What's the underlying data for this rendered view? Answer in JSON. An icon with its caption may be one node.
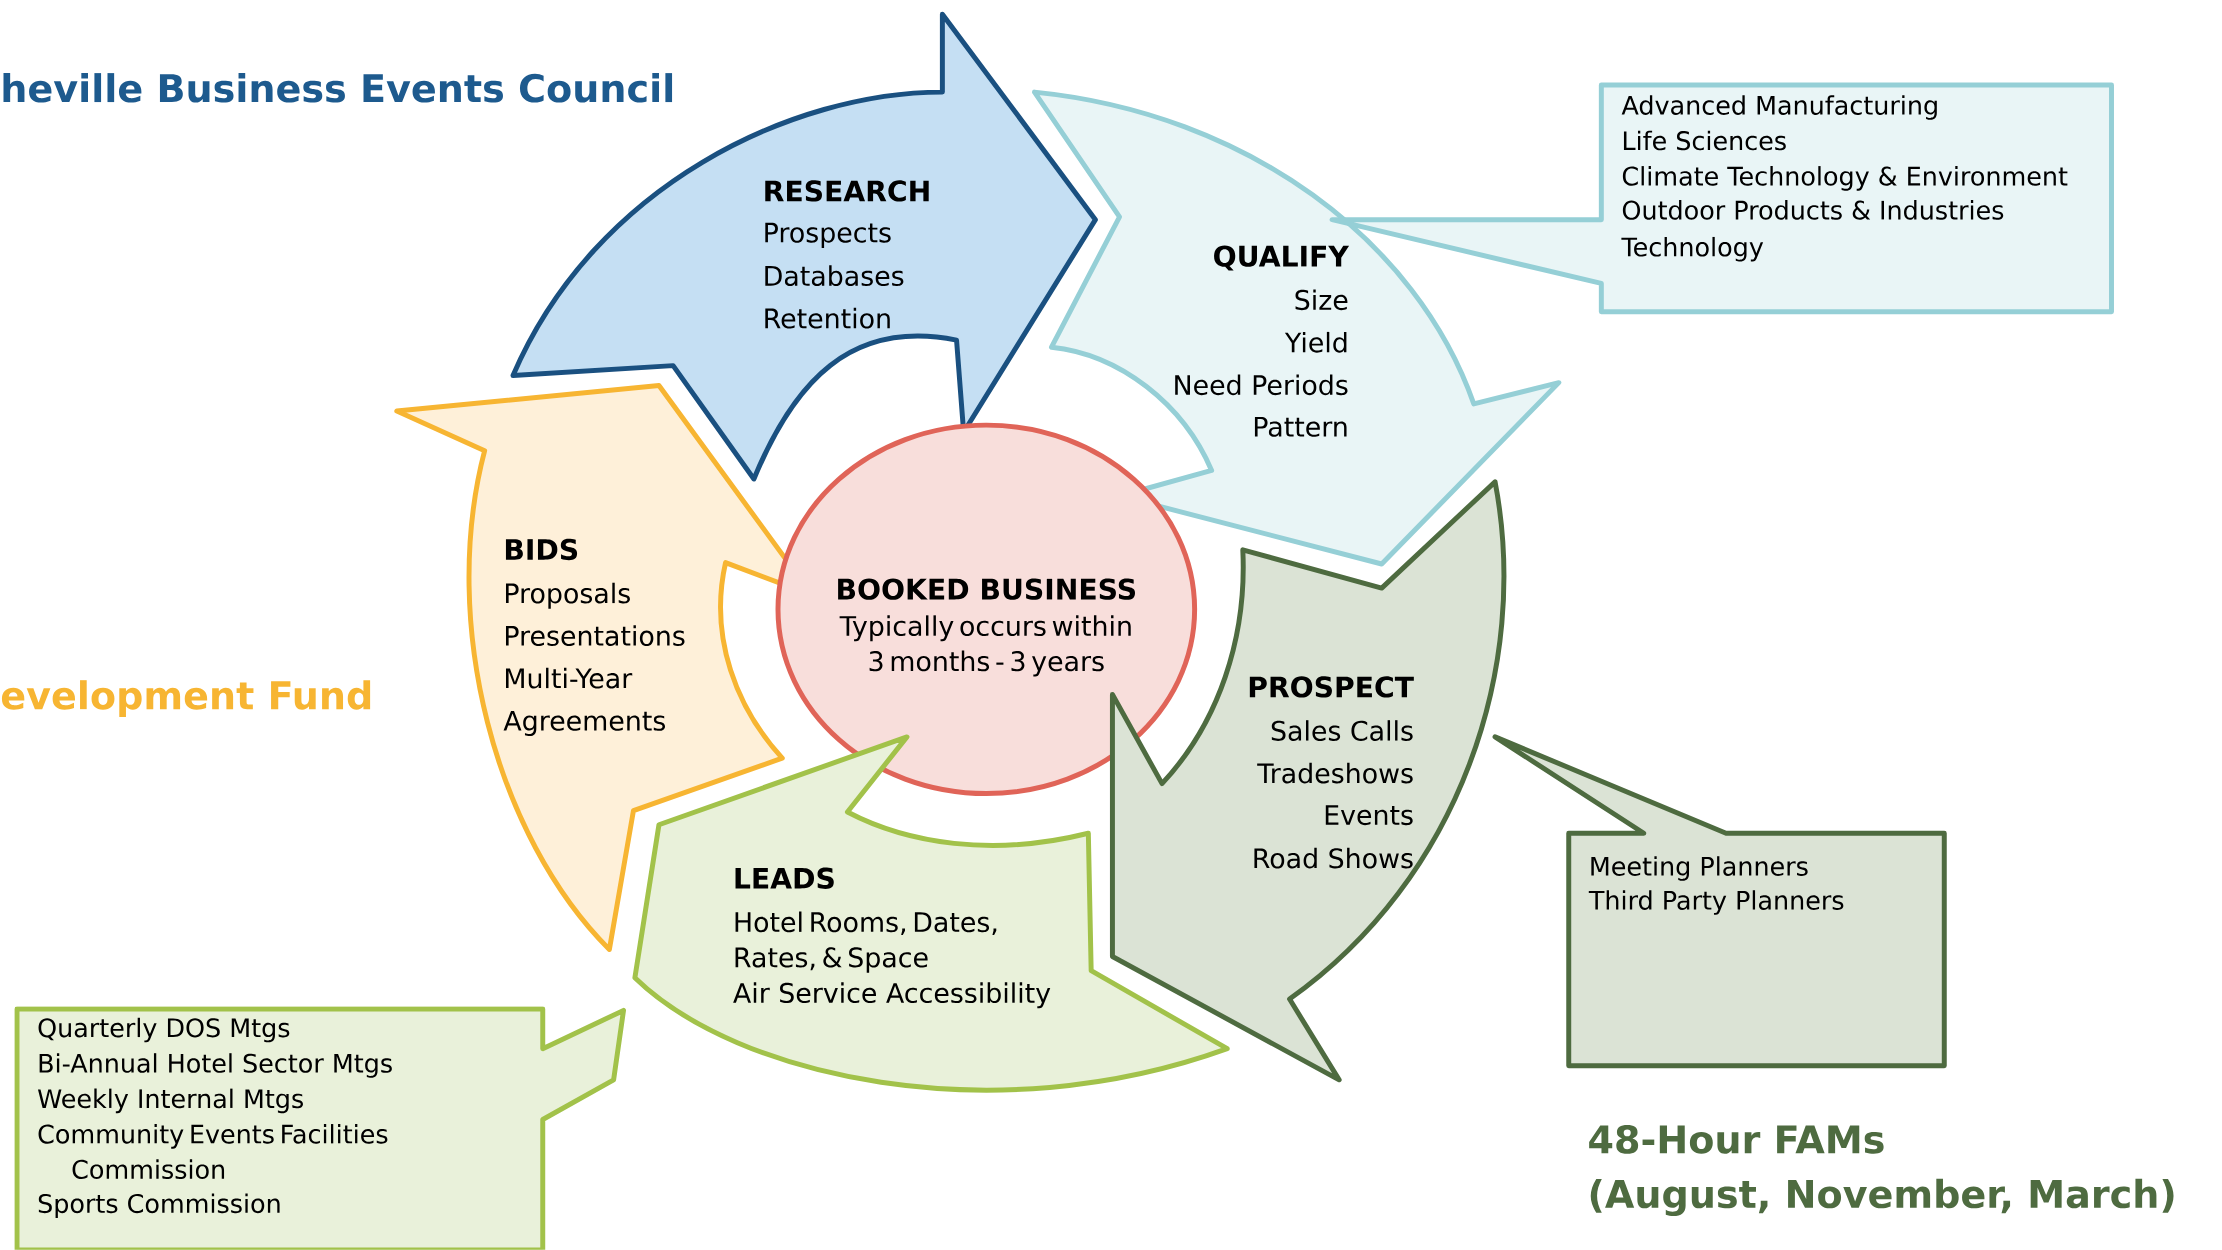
{
  "diagram": {
    "nodes": [
      {
        "text": [
          "RESEARCH",
          "Prospects",
          "Databases",
          "Retention"
        ]
      },
      {
        "text": [
          "QUALIFY",
          "Size",
          "Yield",
          "Need Periods",
          "Pattern"
        ]
      },
      {
        "text": [
          "Advanced Manufacturing",
          "Life Sciences",
          "Climate Technology & Environment",
          "Outdoor Products & Industries",
          "Technology"
        ]
      },
      {
        "text": [
          "BIDS",
          "Proposals",
          "Presentations",
          "Multi-Year Agreements"
        ]
      },
      {
        "text": [
          "BOOKED BUSINESS",
          "Typically occurs within 3 months - 3 years"
        ]
      },
      {
        "text": [
          "PROSPECT",
          "Sales Calls",
          "Tradeshows",
          "Events",
          "Road Shows"
        ]
      },
      {
        "text": [
          "Meeting Planners",
          "Third Party Planners"
        ]
      },
      {
        "text": [
          "LEADS",
          "Hotel Rooms, Dates, Rates, & Space",
          "Air Service Accessibility"
        ]
      },
      {
        "text": [
          "Quarterly DOS Mtgs",
          "Bi-Annual Hotel Sector Mtgs",
          "Weekly Internal Mtgs",
          "Community Events Facilities Commission",
          "Sports Commission"
        ]
      }
    ],
    "labels": [
      "heville Business Events Council",
      "evelopment Fund",
      "48-Hour FAMs",
      "(August, November, March)"
    ]
  }
}
